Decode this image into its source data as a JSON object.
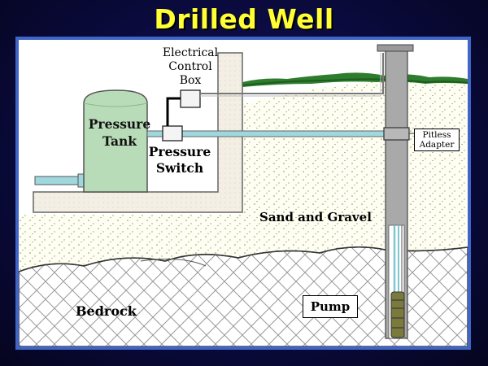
{
  "title": "Drilled Well",
  "labels": {
    "electrical_control_box": [
      "Electrical",
      "Control",
      "Box"
    ],
    "pressure_tank": [
      "Pressure",
      "Tank"
    ],
    "pressure_switch": [
      "Pressure",
      "Switch"
    ],
    "sand_and_gravel": "Sand and Gravel",
    "bedrock": "Bedrock",
    "pump": "Pump",
    "pitless_adapter": [
      "Pitless",
      "Adapter"
    ]
  },
  "colors": {
    "title": "#ffff33",
    "background": "#0a0a3c",
    "frame_border": "#3f66c6",
    "tank_fill": "#b8dcb8",
    "water_pipe": "#9ed8de",
    "foundation": "#f5f2ea",
    "grass": "#2e7d2e",
    "sand_dots": "#8a9a30",
    "casing": "#aaaaaa",
    "pump": "#7a7a3a"
  }
}
